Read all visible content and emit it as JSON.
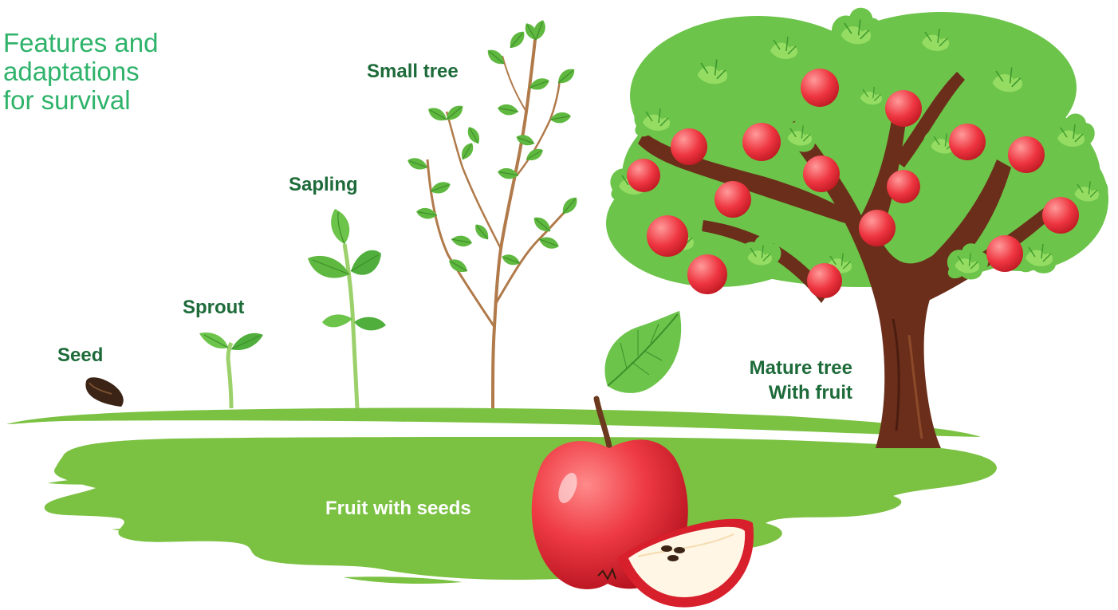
{
  "title": {
    "lines": [
      "Features and",
      "adaptations",
      "for survival"
    ]
  },
  "stages": {
    "seed": "Seed",
    "sprout": "Sprout",
    "sapling": "Sapling",
    "small_tree": "Small tree",
    "mature_tree_line1": "Mature tree",
    "mature_tree_line2": "With fruit",
    "fruit": "Fruit with seeds"
  },
  "colors": {
    "title": "#2fb36a",
    "stage_label": "#1e6b3a",
    "fruit_label": "#ffffff",
    "grass": "#7bc142",
    "leaf_light": "#8fd14f",
    "leaf_dark": "#4aa23a",
    "trunk": "#6b2e1a",
    "apple": "#e8303a",
    "seed": "#3b2416"
  },
  "icons": [
    "seed-icon",
    "sprout-icon",
    "sapling-icon",
    "small-tree-icon",
    "mature-tree-icon",
    "apple-icon",
    "apple-slice-icon",
    "leaf-icon"
  ]
}
